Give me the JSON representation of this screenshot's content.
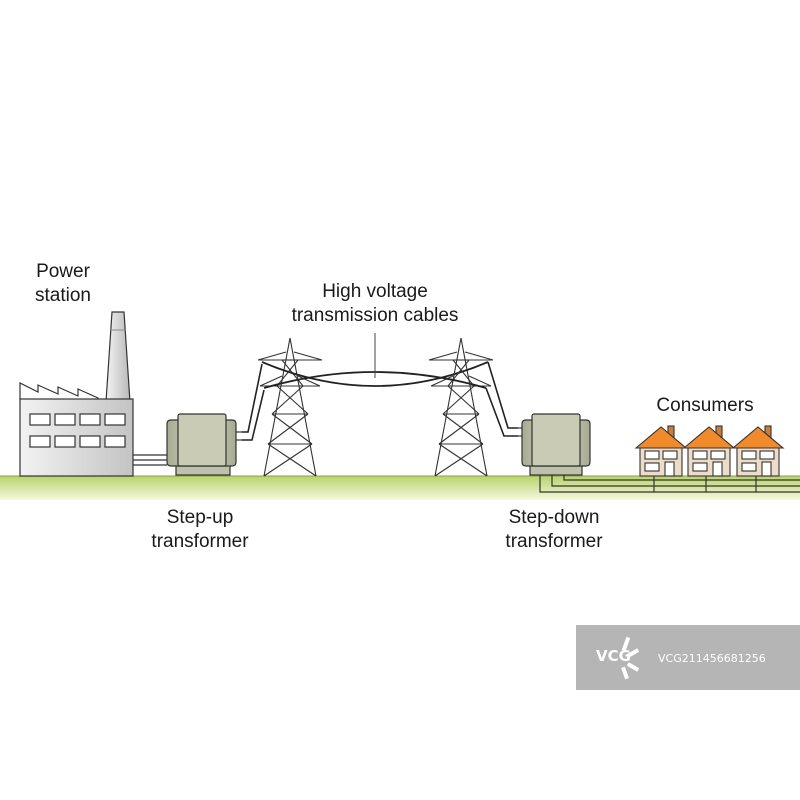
{
  "labels": {
    "power_station": [
      "Power",
      "station"
    ],
    "cables": [
      "High voltage",
      "transmission cables"
    ],
    "consumers": "Consumers",
    "step_up": [
      "Step-up",
      "transformer"
    ],
    "step_down": [
      "Step-down",
      "transformer"
    ]
  },
  "watermark": {
    "logo": "VCG",
    "code": "VCG211456681256"
  },
  "colors": {
    "ground": "#cfe08a",
    "transformer": "#c9cbb4",
    "roof": "#f08a2a",
    "house_wall": "#ecdcc8"
  },
  "icons": [
    "factory-icon",
    "transformer-icon",
    "pylon-icon",
    "house-icon"
  ]
}
